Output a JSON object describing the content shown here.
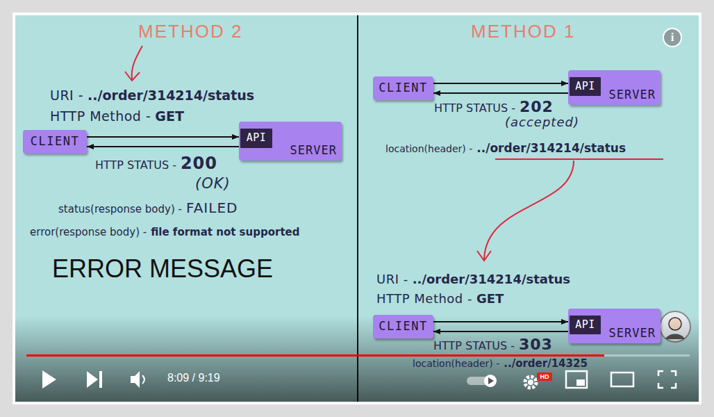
{
  "diagram": {
    "nodes": [
      {
        "text": [
          "CLIENT"
        ]
      },
      {
        "text": [
          "SERVER"
        ]
      },
      {
        "text": [
          "API"
        ],
        "in": 1
      },
      {
        "text": [
          "CLIENT"
        ]
      },
      {
        "text": [
          "SERVER"
        ]
      },
      {
        "text": [
          "API"
        ],
        "in": 4
      },
      {
        "text": [
          "CLIENT"
        ]
      },
      {
        "text": [
          "SERVER"
        ]
      },
      {
        "text": [
          "API"
        ],
        "in": 7
      }
    ],
    "edges": [
      {
        "from": 0,
        "to": 1,
        "arrow": "to"
      },
      {
        "from": 1,
        "to": 0,
        "arrow": "to"
      },
      {
        "from": 3,
        "to": 4,
        "arrow": "to"
      },
      {
        "from": 4,
        "to": 3,
        "arrow": "to"
      },
      {
        "from": 6,
        "to": 7,
        "arrow": "to"
      },
      {
        "from": 7,
        "to": 6,
        "arrow": "to"
      }
    ],
    "labels": [
      "METHOD 2",
      "URI -",
      "../order/314214/status",
      "HTTP Method -",
      "GET",
      "HTTP STATUS -",
      "200",
      "(OK)",
      "status(response body) -",
      "FAILED",
      "error(response body) -",
      "file format not supported",
      "ERROR MESSAGE",
      "METHOD 1",
      "HTTP STATUS -",
      "202",
      "(accepted)",
      "location(header) -",
      "../order/314214/status",
      "URI -",
      "../order/314214/status",
      "HTTP Method -",
      "GET",
      "HTTP STATUS -",
      "303",
      "location(header) -",
      "../order/14325",
      "8:09 / 9:19",
      "i",
      "HD"
    ]
  }
}
